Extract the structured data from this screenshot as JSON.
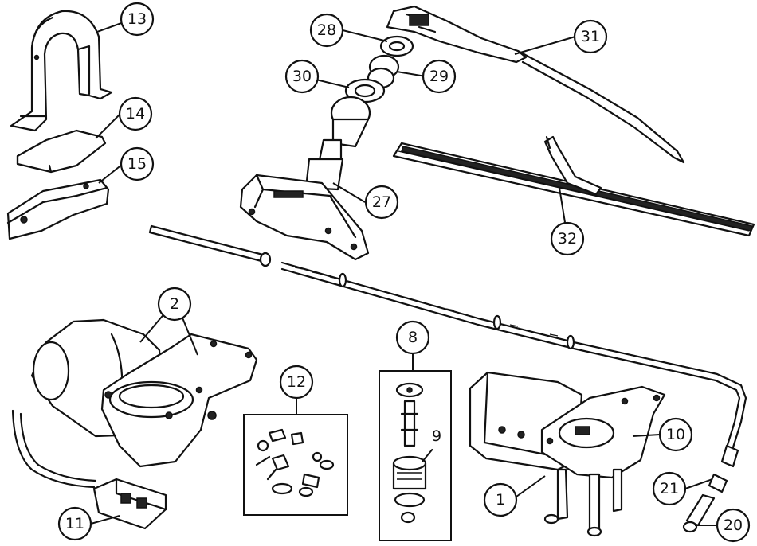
{
  "callouts": {
    "c13": "13",
    "c14": "14",
    "c15": "15",
    "c28": "28",
    "c31": "31",
    "c30": "30",
    "c29": "29",
    "c27": "27",
    "c32": "32",
    "c2": "2",
    "c8": "8",
    "c12": "12",
    "c9": "9",
    "c10": "10",
    "c1": "1",
    "c21": "21",
    "c11": "11",
    "c20": "20"
  }
}
